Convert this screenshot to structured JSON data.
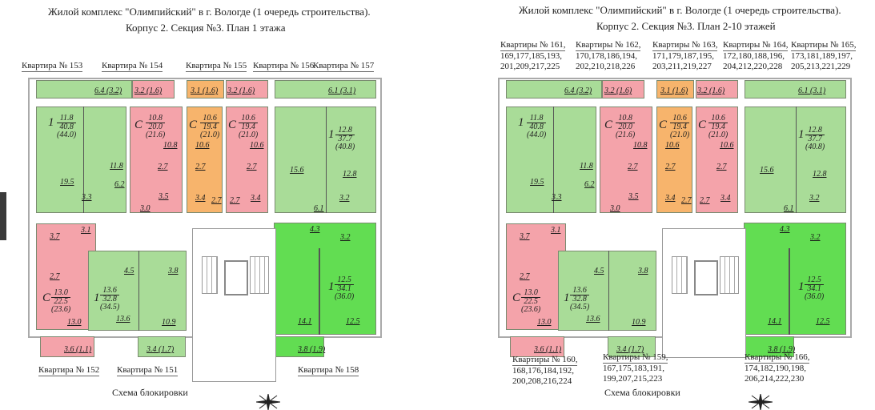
{
  "left": {
    "title1": "Жилой комплекс \"Олимпийский\" в г. Вологде (1 очередь строительства).",
    "title2": "Корпус 2. Секция №3. План 1 этажа",
    "labels": {
      "a153": "Квартира № 153",
      "a154": "Квартира № 154",
      "a155": "Квартира № 155",
      "a156": "Квартира № 156",
      "a157": "Квартира № 157",
      "a152": "Квартира № 152",
      "a151": "Квартира № 151",
      "a158": "Квартира № 158"
    },
    "scheme": "Схема блокировки"
  },
  "right": {
    "title1": "Жилой комплекс \"Олимпийский\" в г. Вологде (1 очередь строительства).",
    "title2": "Корпус 2. Секция №3. План 2-10 этажей",
    "labels": {
      "a161": [
        "Квартиры № 161,",
        "169,177,185,193,",
        "201,209,217,225"
      ],
      "a162": [
        "Квартиры № 162,",
        "170,178,186,194,",
        "202,210,218,226"
      ],
      "a163": [
        "Квартиры № 163,",
        "171,179,187,195,",
        "203,211,219,227"
      ],
      "a164": [
        "Квартиры № 164,",
        "172,180,188,196,",
        "204,212,220,228"
      ],
      "a165": [
        "Квартиры № 165,",
        "173,181,189,197,",
        "205,213,221,229"
      ],
      "a160": [
        "Квартиры № 160,",
        "168,176,184,192,",
        "200,208,216,224"
      ],
      "a159": [
        "Квартиры № 159,",
        "167,175,183,191,",
        "199,207,215,223"
      ],
      "a166": [
        "Квартиры № 166,",
        "174,182,190,198,",
        "206,214,222,230"
      ]
    },
    "scheme": "Схема блокировки"
  },
  "units": {
    "u1": {
      "type": "1",
      "living": "11.8",
      "total": "40.8",
      "gross": "(44.0)",
      "rooms": [
        "19.5",
        "11.8",
        "6.2",
        "3.3"
      ],
      "balcony": "6.4 (3.2)"
    },
    "u2": {
      "type": "C",
      "living": "10.8",
      "total": "20.0",
      "gross": "(21.6)",
      "rooms": [
        "10.8",
        "2.7",
        "3.5",
        "3.0"
      ],
      "balcony": "3.2 (1.6)"
    },
    "u3": {
      "type": "C",
      "living": "10.6",
      "total": "19.4",
      "gross": "(21.0)",
      "rooms": [
        "10.6",
        "2.7",
        "3.4",
        "2.7"
      ],
      "balcony": "3.1 (1.6)"
    },
    "u4": {
      "type": "C",
      "living": "10.6",
      "total": "19.4",
      "gross": "(21.0)",
      "rooms": [
        "10.6",
        "2.7",
        "3.4",
        "2.7"
      ],
      "balcony": "3.2 (1.6)"
    },
    "u5": {
      "type": "1",
      "living": "12.8",
      "total": "37.7",
      "gross": "(40.8)",
      "rooms": [
        "15.6",
        "12.8",
        "3.2",
        "6.1"
      ],
      "balcony": "6.1 (3.1)"
    },
    "u6": {
      "type": "C",
      "living": "13.0",
      "total": "22.5",
      "gross": "(23.6)",
      "rooms": [
        "3.7",
        "3.1",
        "2.7",
        "13.0"
      ],
      "balcony": "3.6 (1.1)"
    },
    "u7": {
      "type": "1",
      "living": "13.6",
      "total": "32.8",
      "gross": "(34.5)",
      "rooms": [
        "4.5",
        "3.8",
        "13.6",
        "10.9"
      ],
      "balcony": "3.4 (1.7)"
    },
    "u8": {
      "type": "1",
      "living": "12.5",
      "total": "34.1",
      "gross": "(36.0)",
      "rooms": [
        "4.3",
        "3.2",
        "14.1",
        "12.5"
      ],
      "balcony": "3.8 (1.9)"
    }
  },
  "colors": {
    "green": "#a9dc98",
    "pink": "#f4a3aa",
    "orange": "#f7b46c",
    "bright_green": "#62dd52"
  }
}
